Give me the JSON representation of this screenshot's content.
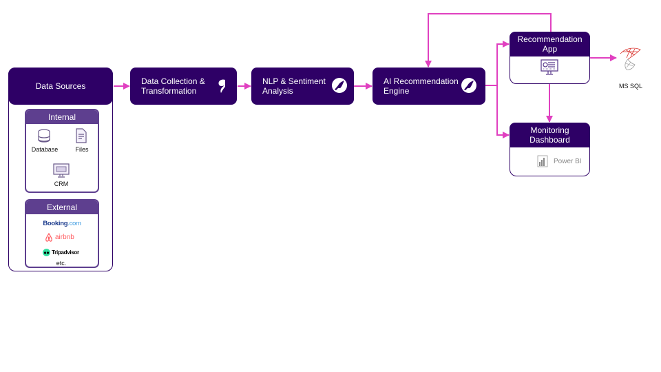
{
  "colors": {
    "node_bg": "#2e0066",
    "group_header": "#5e3f8f",
    "connector": "#e040c0",
    "booking": "#1a3a8c",
    "airbnb": "#ff5a5f",
    "tripadvisor": "#34e0a1",
    "mssql": "#d9302b"
  },
  "data_sources": {
    "title": "Data Sources",
    "internal": {
      "title": "Internal",
      "items": [
        {
          "label": "Database",
          "icon": "database-icon"
        },
        {
          "label": "Files",
          "icon": "file-icon"
        },
        {
          "label": "CRM",
          "icon": "monitor-icon"
        }
      ]
    },
    "external": {
      "title": "External",
      "items": [
        {
          "label": "Booking.com",
          "label_main": "Booking",
          "label_suffix": ".com",
          "icon": "booking-logo"
        },
        {
          "label": "airbnb",
          "icon": "airbnb-logo"
        },
        {
          "label": "Tripadvisor",
          "icon": "tripadvisor-logo"
        }
      ],
      "more": "etc."
    }
  },
  "pipeline": [
    {
      "id": "collection",
      "label": "Data Collection &\nTransformation",
      "icon": "fivetran-icon"
    },
    {
      "id": "nlp",
      "label": "NLP & Sentiment\nAnalysis",
      "icon": "bird-icon"
    },
    {
      "id": "engine",
      "label": "AI Recommendation\nEngine",
      "icon": "bird-icon"
    }
  ],
  "outputs": {
    "app": {
      "label": "Recommendation\nApp",
      "icon": "app-monitor-icon"
    },
    "dashboard": {
      "label": "Monitoring\nDashboard",
      "tool": "Power BI",
      "icon": "powerbi-icon"
    },
    "database": {
      "label": "MS SQL",
      "icon": "mssql-icon"
    }
  }
}
